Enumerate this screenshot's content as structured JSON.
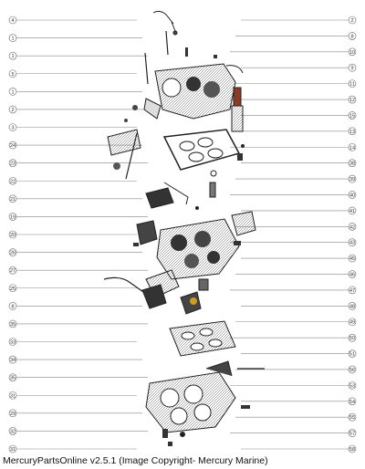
{
  "caption": "MercuryPartsOnline v2.5.1 (Image Copyright- Mercury Marine)",
  "callouts_left": [
    "4",
    "1",
    "1",
    "5",
    "1",
    "2",
    "3",
    "24",
    "23",
    "22",
    "21",
    "19",
    "20",
    "26",
    "27",
    "25",
    "8",
    "35",
    "33",
    "34",
    "35",
    "31",
    "29",
    "32",
    "31"
  ],
  "callouts_right": [
    "2",
    "8",
    "10",
    "9",
    "11",
    "12",
    "15",
    "13",
    "14",
    "38",
    "39",
    "40",
    "41",
    "42",
    "43",
    "45",
    "46",
    "47",
    "48",
    "49",
    "50",
    "51",
    "56",
    "53",
    "54",
    "55",
    "57",
    "58"
  ]
}
